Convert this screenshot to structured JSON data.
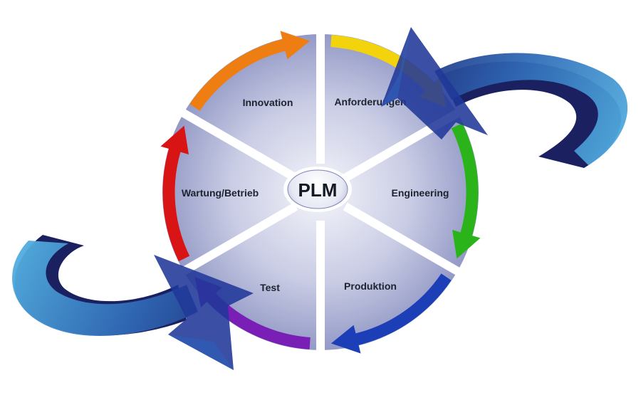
{
  "center": {
    "label": "PLM"
  },
  "segments": [
    {
      "label": "Innovation",
      "arc_color": "#ee7d12"
    },
    {
      "label": "Anforderungen",
      "arc_color": "#f3d40c"
    },
    {
      "label": "Engineering",
      "arc_color": "#2bb41a"
    },
    {
      "label": "Produktion",
      "arc_color": "#1c3fb8"
    },
    {
      "label": "Test",
      "arc_color": "#7a1fb6"
    },
    {
      "label": "Wartung/Betrieb",
      "arc_color": "#d81414"
    }
  ],
  "colors": {
    "wheel_fill_light": "#f4f5fb",
    "wheel_fill_dark": "#8f95c4",
    "divider": "#ffffff",
    "swoosh_light": "#4fa6dc",
    "swoosh_dark": "#1f2a78",
    "swoosh_shadow": "#1b2160"
  },
  "icons": {
    "top_swoosh": "curved-arrow-icon",
    "bottom_swoosh": "curved-arrow-icon"
  }
}
